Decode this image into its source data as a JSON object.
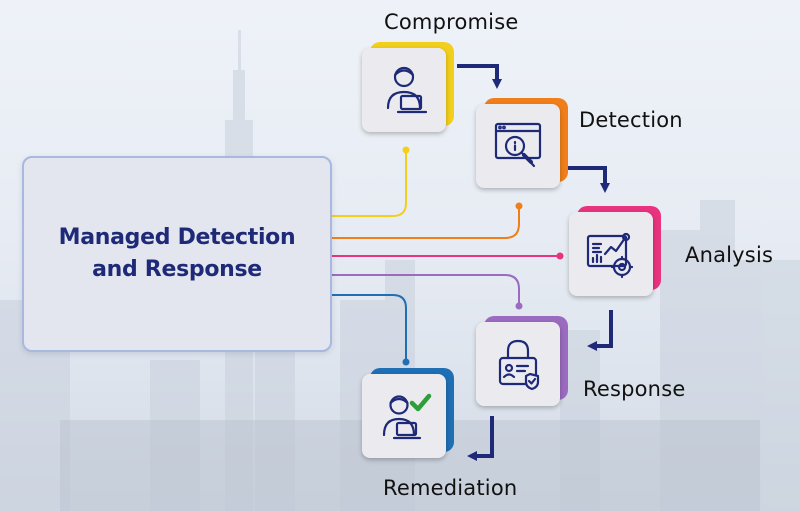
{
  "diagram": {
    "center_label": "Managed Detection and Response",
    "colors": {
      "title": "#1e2a78",
      "arrow": "#1e2a78",
      "compromise": "#f2cf1c",
      "detection": "#f07f1b",
      "analysis": "#e8337f",
      "response": "#9b6bc0",
      "remediation": "#1f6fb5"
    },
    "steps": [
      {
        "label": "Compromise",
        "icon": "user-laptop-icon"
      },
      {
        "label": "Detection",
        "icon": "browser-magnifier-icon"
      },
      {
        "label": "Analysis",
        "icon": "analytics-dashboard-icon"
      },
      {
        "label": "Response",
        "icon": "padlock-id-shield-icon"
      },
      {
        "label": "Remediation",
        "icon": "user-laptop-check-icon"
      }
    ]
  }
}
